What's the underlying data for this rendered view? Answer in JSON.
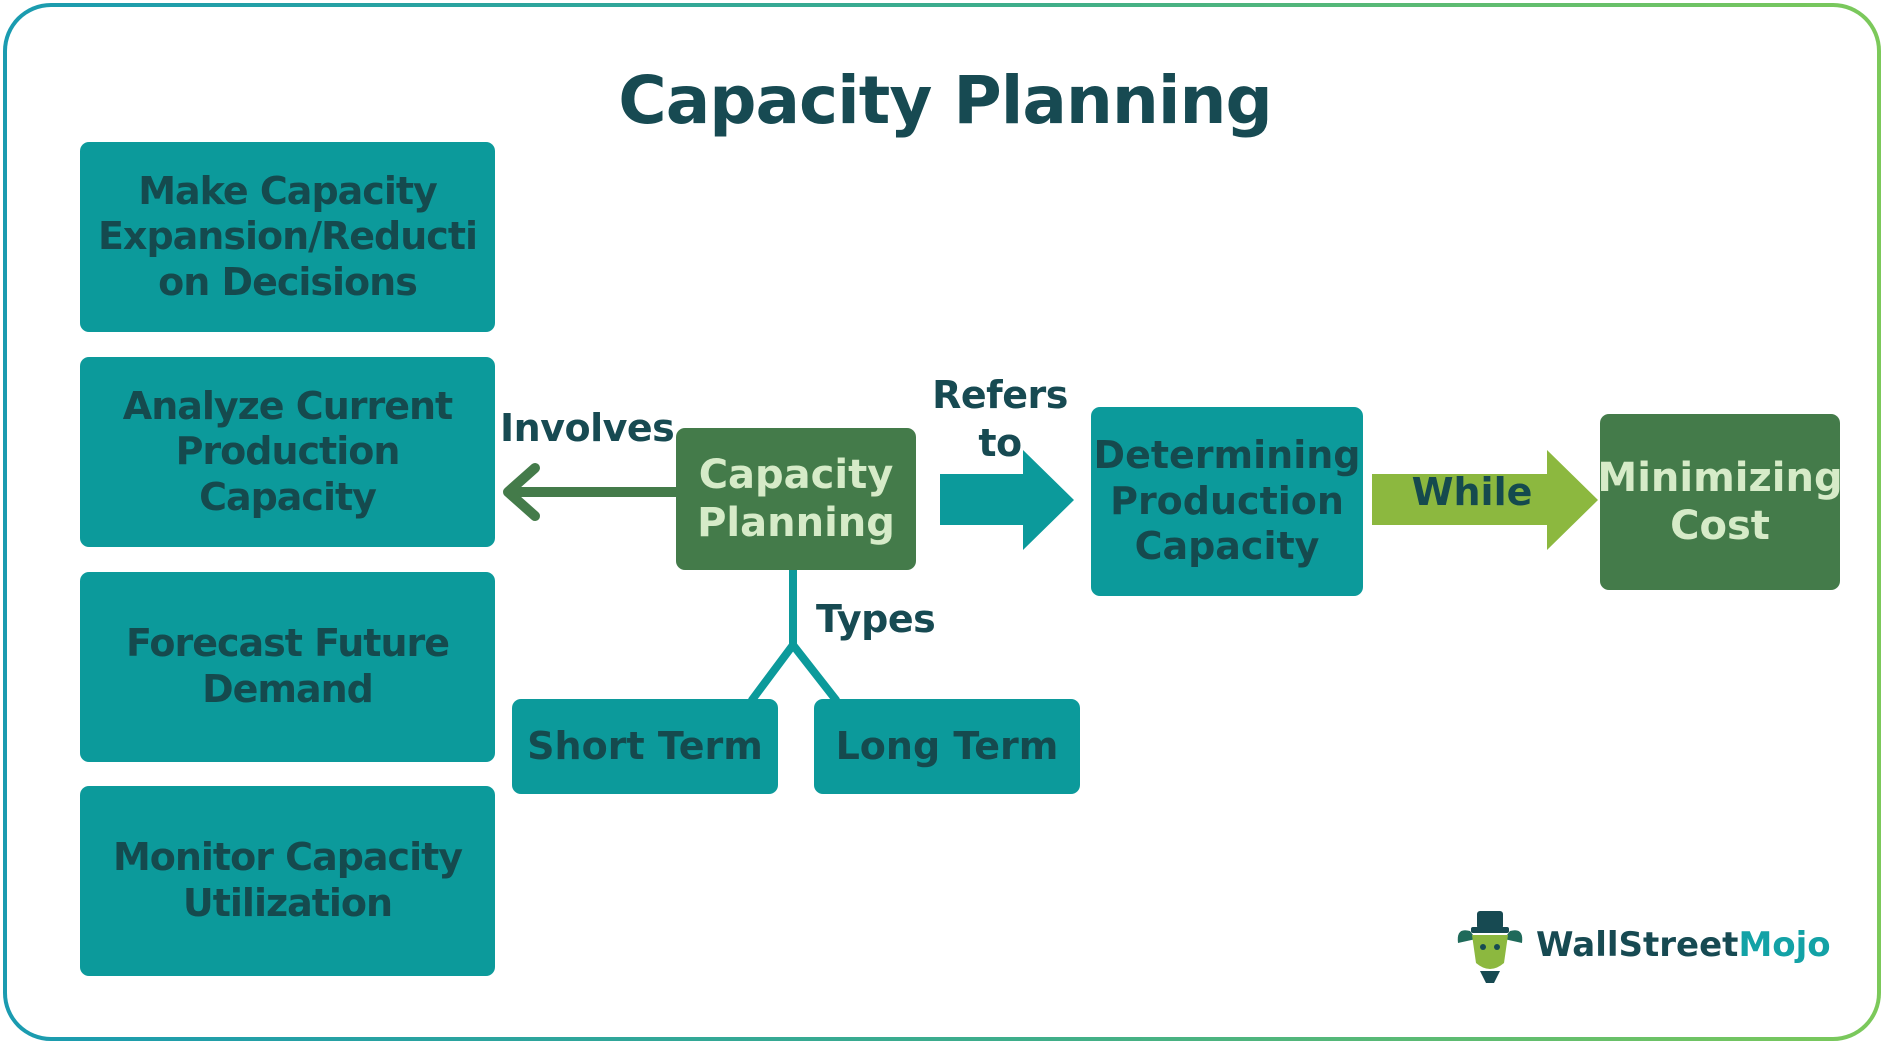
{
  "title": "Capacity Planning",
  "center_node": {
    "line1": "Capacity",
    "line2": "Planning"
  },
  "activities": [
    {
      "lines": [
        "Make Capacity",
        "Expansion/Reducti",
        "on Decisions"
      ]
    },
    {
      "lines": [
        "Analyze Current",
        "Production",
        "Capacity"
      ]
    },
    {
      "lines": [
        "Forecast Future",
        "Demand"
      ]
    },
    {
      "lines": [
        "Monitor Capacity",
        "Utilization"
      ]
    }
  ],
  "edges": {
    "involves": "Involves",
    "refers_to": {
      "line1": "Refers",
      "line2": "to"
    },
    "types": "Types",
    "while": "While"
  },
  "types": {
    "short": "Short Term",
    "long": "Long Term"
  },
  "definition": {
    "line1": "Determining",
    "line2": "Production",
    "line3": "Capacity"
  },
  "goal": {
    "line1": "Minimizing",
    "line2": "Cost"
  },
  "brand": {
    "part1": "WallStreet",
    "part2": "Mojo"
  },
  "colors": {
    "teal": "#0c9a9b",
    "dark_green": "#447b4a",
    "light_green": "#8cb83f",
    "title": "#174a52"
  }
}
